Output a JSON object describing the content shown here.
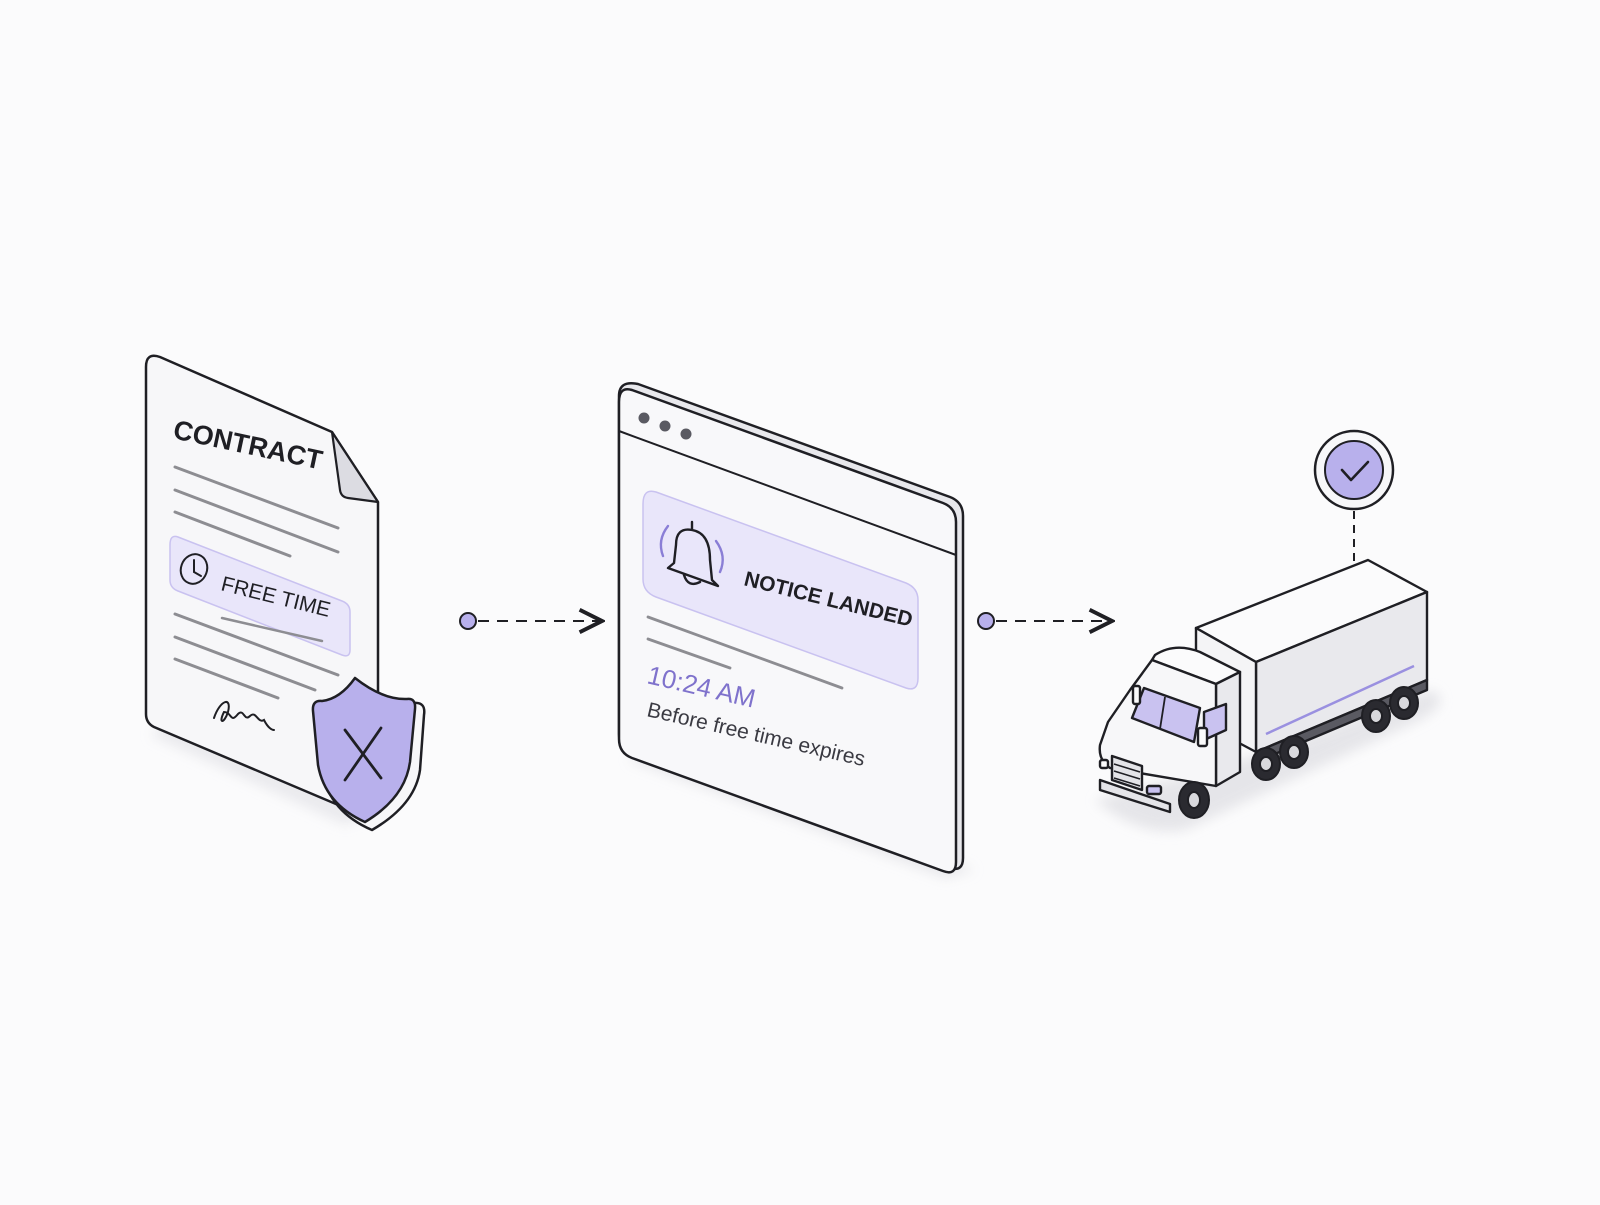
{
  "colors": {
    "background": "#fbfbfc",
    "ink": "#1f1f24",
    "paper": "#f7f7f9",
    "accent": "#b8b0ec",
    "accent_light": "#e9e6fa",
    "accent_text": "#7f72cc",
    "line_gray": "#8d8d92"
  },
  "contract": {
    "title": "CONTRACT",
    "free_time_label": "FREE TIME",
    "icons": [
      "clock-icon",
      "signature-icon",
      "shield-x-icon"
    ]
  },
  "notice_window": {
    "notice_label": "NOTICE LANDED",
    "time": "10:24 AM",
    "caption": "Before free time expires",
    "icons": [
      "bell-icon"
    ]
  },
  "truck": {
    "icons": [
      "checkmark-icon",
      "truck-icon"
    ]
  }
}
